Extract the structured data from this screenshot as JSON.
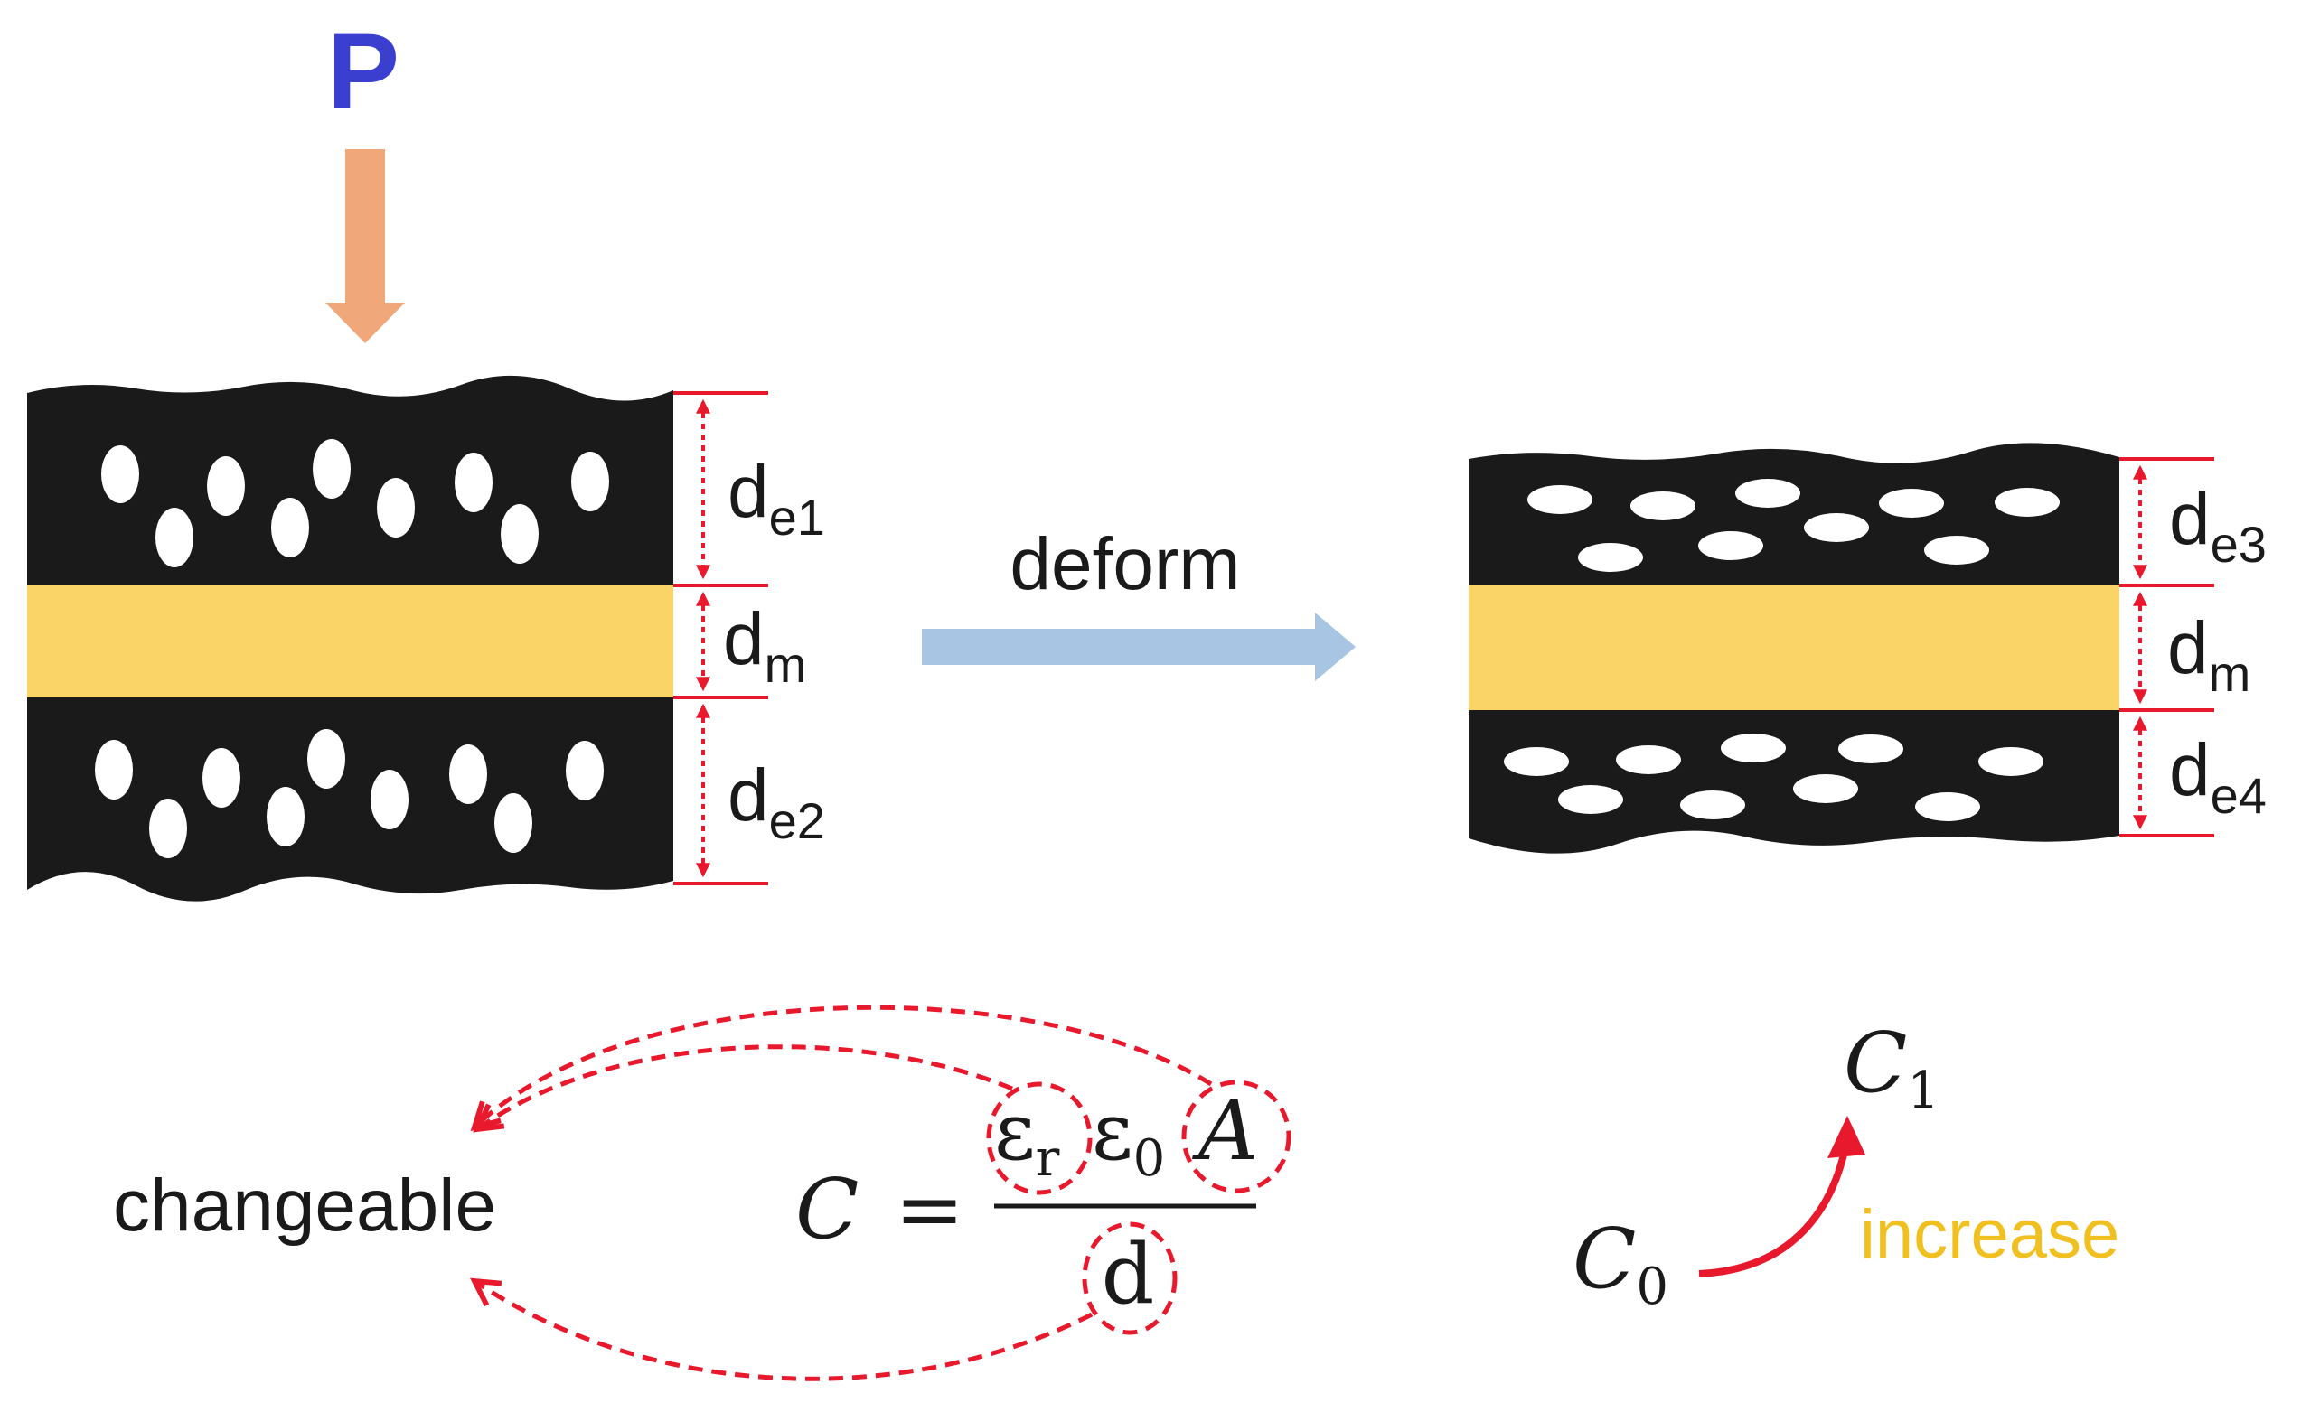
{
  "labels": {
    "pressure": "P",
    "deform": "deform",
    "changeable": "changeable",
    "increase": "increase"
  },
  "left_dims": [
    {
      "main": "d",
      "sub": "e1"
    },
    {
      "main": "d",
      "sub": "m"
    },
    {
      "main": "d",
      "sub": "e2"
    }
  ],
  "right_dims": [
    {
      "main": "d",
      "sub": "e3"
    },
    {
      "main": "d",
      "sub": "m"
    },
    {
      "main": "d",
      "sub": "e4"
    }
  ],
  "formula": {
    "lhs": "C",
    "equals": "=",
    "eps_r": "ε",
    "eps_r_sub": "r",
    "eps_0": "ε",
    "eps_0_sub": "0",
    "area": "A",
    "denominator": "d"
  },
  "capacitance": {
    "c0_main": "C",
    "c0_sub": "0",
    "c1_main": "C",
    "c1_sub": "1"
  },
  "colors": {
    "pressure_label": "#3a3fd0",
    "pressure_arrow": "#f0a77a",
    "deform_arrow": "#a8c6e4",
    "layer_black": "#1a1a1a",
    "layer_yellow": "#fbd468",
    "dimension_red": "#e8192c",
    "increase_text": "#f0c020"
  }
}
